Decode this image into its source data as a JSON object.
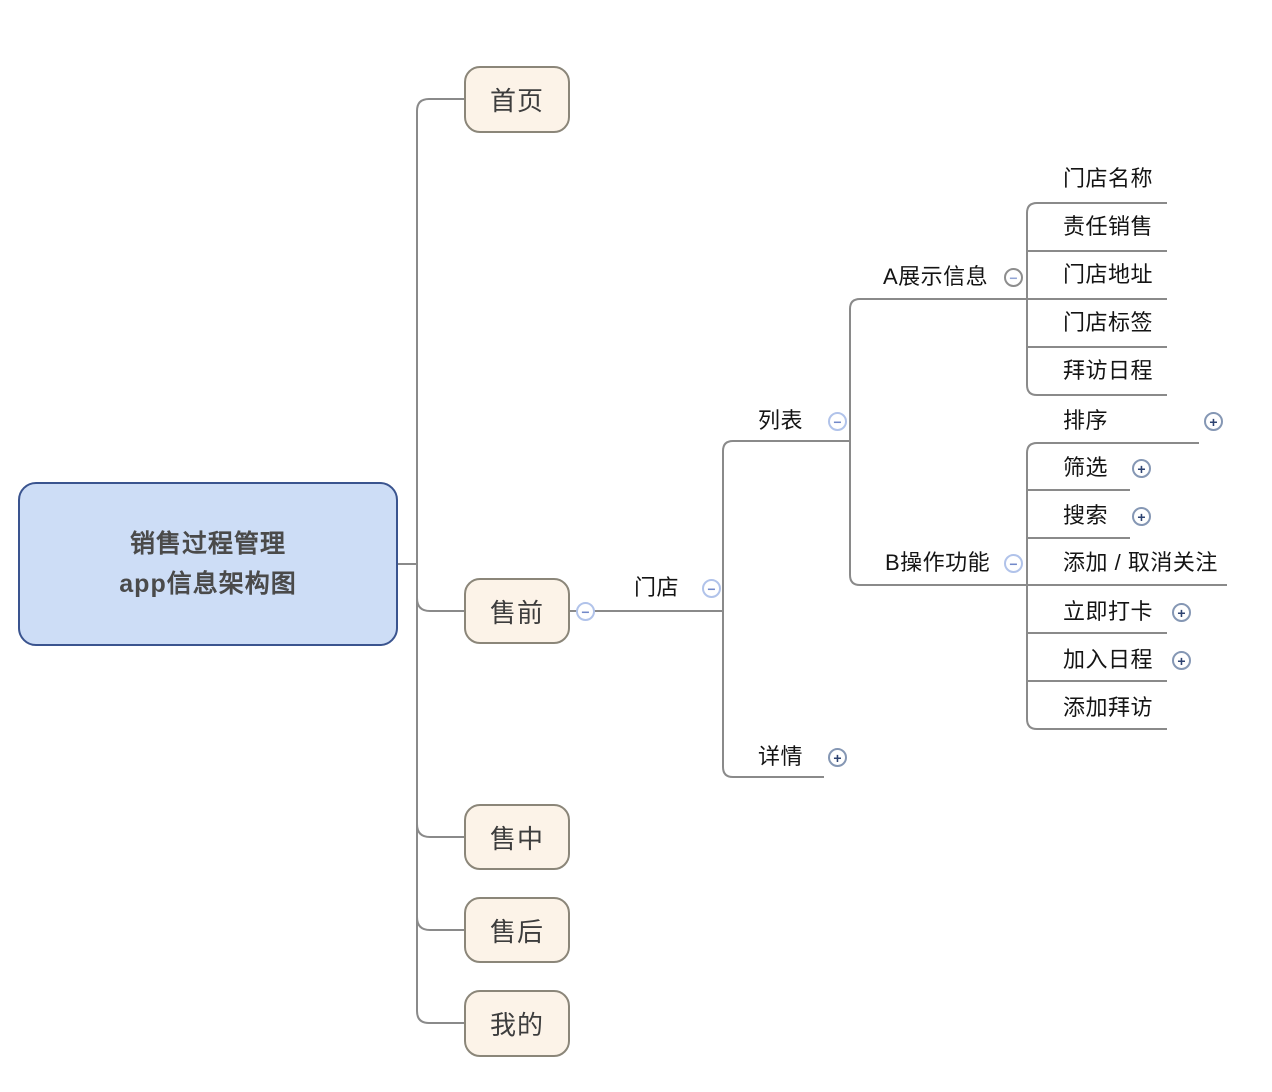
{
  "title": "销售过程管理app信息架构图",
  "colors": {
    "background": "#ffffff",
    "root_fill": "#cdddf6",
    "root_border": "#3a548f",
    "topic_fill": "#fcf3e8",
    "topic_border": "#8b8679",
    "connector_line": "#8a8a8a",
    "collapse_icon_border": "#b1c3ea",
    "collapse_icon_glyph": "#7289c9",
    "expand_icon_border": "#8597b4",
    "expand_icon_glyph": "#2e4371",
    "text_dark": "#3d3d3d"
  },
  "icons": {
    "collapse_glyph": "−",
    "expand_glyph": "+"
  },
  "map": {
    "root": {
      "label": "销售过程管理\napp信息架构图"
    },
    "children": [
      {
        "id": "home",
        "label": "首页"
      },
      {
        "id": "presale",
        "label": "售前",
        "collapsed": false,
        "children": [
          {
            "id": "store",
            "label": "门店",
            "collapsed": false,
            "children": [
              {
                "id": "list",
                "label": "列表",
                "collapsed": false,
                "children": [
                  {
                    "id": "display_info",
                    "label": "A展示信息",
                    "collapsed": false,
                    "children": [
                      {
                        "label": "门店名称"
                      },
                      {
                        "label": "责任销售"
                      },
                      {
                        "label": "门店地址"
                      },
                      {
                        "label": "门店标签"
                      },
                      {
                        "label": "拜访日程"
                      }
                    ]
                  },
                  {
                    "id": "actions",
                    "label": "B操作功能",
                    "collapsed": false,
                    "children": [
                      {
                        "label": "排序",
                        "expandable": true
                      },
                      {
                        "label": "筛选",
                        "expandable": true
                      },
                      {
                        "label": "搜索",
                        "expandable": true
                      },
                      {
                        "label": "添加 / 取消关注"
                      },
                      {
                        "label": "立即打卡",
                        "expandable": true
                      },
                      {
                        "label": "加入日程",
                        "expandable": true
                      },
                      {
                        "label": "添加拜访"
                      }
                    ]
                  }
                ]
              },
              {
                "id": "detail",
                "label": "详情",
                "expandable": true
              }
            ]
          }
        ]
      },
      {
        "id": "midsale",
        "label": "售中"
      },
      {
        "id": "aftersale",
        "label": "售后"
      },
      {
        "id": "mine",
        "label": "我的"
      }
    ]
  }
}
